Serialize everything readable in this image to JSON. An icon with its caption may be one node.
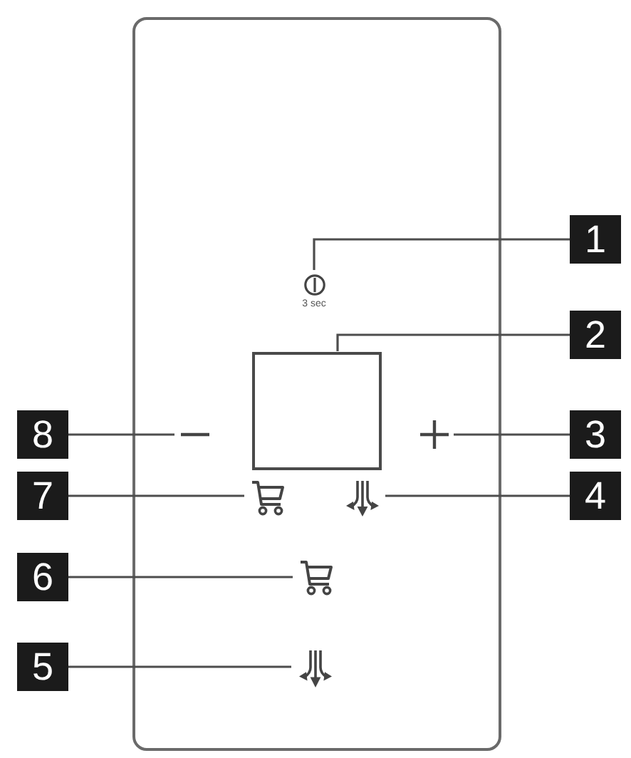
{
  "diagram": {
    "nodes": [
      {
        "text": [],
        "shape": "box"
      },
      {
        "text": [
          "1"
        ]
      },
      {
        "text": [],
        "shape": "picture",
        "in": 0,
        "beside": [
          "3 sec"
        ]
      },
      {
        "text": [
          "2"
        ]
      },
      {
        "text": [],
        "shape": "box",
        "in": 0
      },
      {
        "text": [
          "8"
        ]
      },
      {
        "text": [],
        "shape": "picture",
        "in": 0
      },
      {
        "text": [],
        "shape": "picture",
        "in": 0
      },
      {
        "text": [
          "3"
        ]
      },
      {
        "text": [
          "7"
        ]
      },
      {
        "text": [],
        "shape": "picture",
        "in": 0
      },
      {
        "text": [],
        "shape": "picture",
        "in": 0
      },
      {
        "text": [
          "4"
        ]
      },
      {
        "text": [
          "6"
        ]
      },
      {
        "text": [],
        "shape": "picture",
        "in": 0
      },
      {
        "text": [
          "5"
        ]
      },
      {
        "text": [],
        "shape": "picture",
        "in": 0
      }
    ],
    "edges": [
      {
        "from": 1,
        "to": 2,
        "arrow": "none"
      },
      {
        "from": 3,
        "to": 4,
        "arrow": "none"
      },
      {
        "from": 5,
        "to": 6,
        "arrow": "none"
      },
      {
        "from": 8,
        "to": 7,
        "arrow": "none"
      },
      {
        "from": 9,
        "to": 10,
        "arrow": "none"
      },
      {
        "from": 12,
        "to": 11,
        "arrow": "none"
      },
      {
        "from": 13,
        "to": 14,
        "arrow": "none"
      },
      {
        "from": 15,
        "to": 16,
        "arrow": "none"
      }
    ]
  }
}
